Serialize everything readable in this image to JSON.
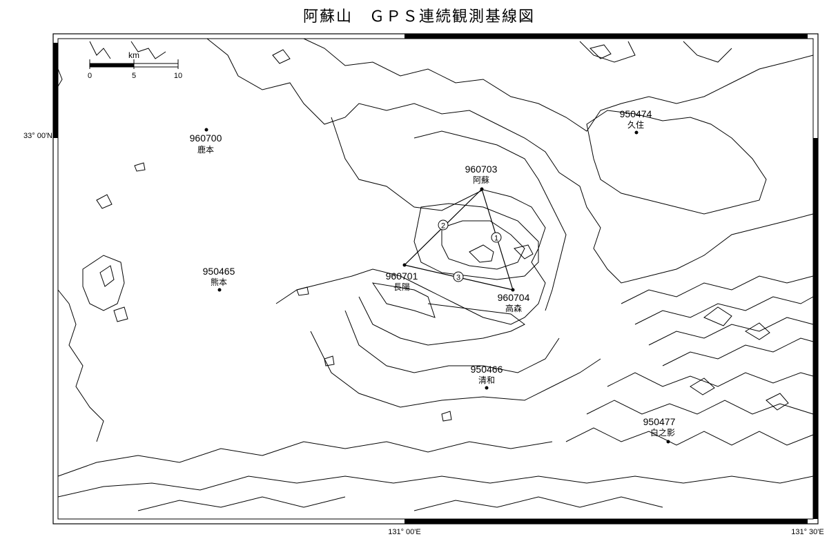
{
  "title": "阿蘇山　ＧＰＳ連続観測基線図",
  "scale_bar": {
    "unit": "km",
    "ticks": [
      "0",
      "5",
      "10"
    ]
  },
  "axis_labels": {
    "lat": "33° 00'N",
    "lon1": "131° 00'E",
    "lon2": "131° 30'E"
  },
  "stations": [
    {
      "id": "960700",
      "name": "鹿本"
    },
    {
      "id": "960703",
      "name": "阿蘇"
    },
    {
      "id": "950474",
      "name": "久住"
    },
    {
      "id": "950465",
      "name": "熊本"
    },
    {
      "id": "960701",
      "name": "長陽"
    },
    {
      "id": "960704",
      "name": "高森"
    },
    {
      "id": "950466",
      "name": "清和"
    },
    {
      "id": "950477",
      "name": "白之影"
    }
  ],
  "baselines": [
    {
      "label": "①",
      "from": "960703",
      "to": "960704"
    },
    {
      "label": "②",
      "from": "960703",
      "to": "960701"
    },
    {
      "label": "③",
      "from": "960701",
      "to": "960704"
    }
  ]
}
